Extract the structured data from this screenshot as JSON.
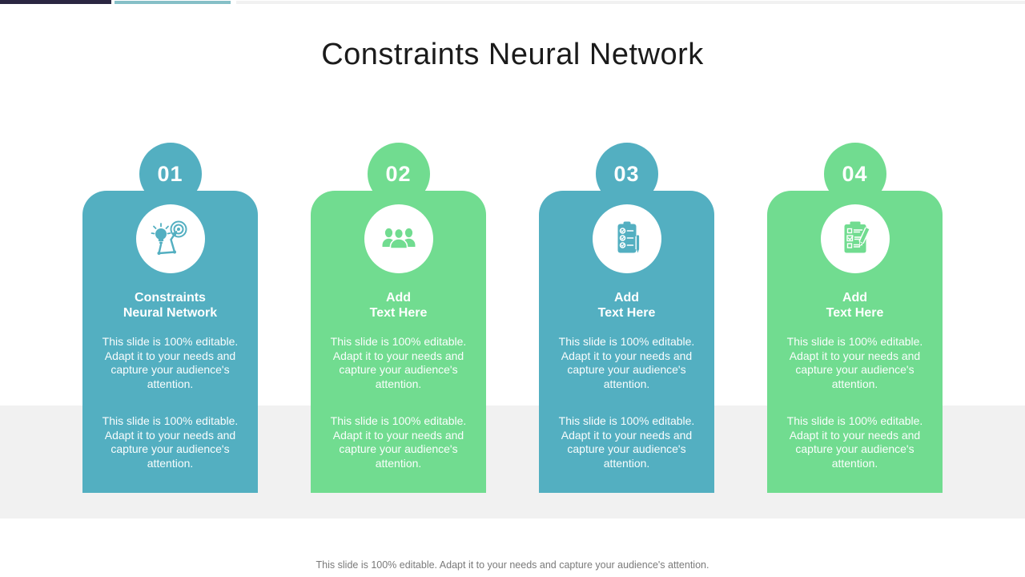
{
  "slide": {
    "title": "Constraints Neural Network",
    "footer": "This slide is 100% editable. Adapt it to your needs and capture your audience's attention.",
    "colors": {
      "teal": "#53AFC1",
      "green": "#71DC90",
      "bar_dark": "#2B2642",
      "bar_teal": "#85BFC7",
      "bar_gray": "#F1F1F1",
      "band": "#F1F1F1",
      "title_text": "#1B1B1B",
      "footer_text": "#7A7A7A"
    }
  },
  "cards": [
    {
      "number": "01",
      "color_key": "teal",
      "icon": "bulb-target-icon",
      "heading_lines": [
        "Constraints",
        "Neural Network"
      ],
      "paragraphs": [
        "This slide is 100% editable. Adapt it to your needs and capture your audience's attention.",
        "This slide is 100% editable. Adapt it to your needs and capture your audience's attention."
      ]
    },
    {
      "number": "02",
      "color_key": "green",
      "icon": "team-icon",
      "heading_lines": [
        "Add",
        "Text Here"
      ],
      "paragraphs": [
        "This slide is 100% editable. Adapt it to your needs and capture your audience's attention.",
        "This slide is 100% editable. Adapt it to your needs and capture your audience's attention."
      ]
    },
    {
      "number": "03",
      "color_key": "teal",
      "icon": "checklist-pen-icon",
      "heading_lines": [
        "Add",
        "Text Here"
      ],
      "paragraphs": [
        "This slide is 100% editable. Adapt it to your needs and capture your audience's attention.",
        "This slide is 100% editable. Adapt it to your needs and capture your audience's attention."
      ]
    },
    {
      "number": "04",
      "color_key": "green",
      "icon": "checklist-pencil-icon",
      "heading_lines": [
        "Add",
        "Text Here"
      ],
      "paragraphs": [
        "This slide is 100% editable. Adapt it to your needs and capture your audience's attention.",
        "This slide is 100% editable. Adapt it to your needs and capture your audience's attention."
      ]
    }
  ]
}
